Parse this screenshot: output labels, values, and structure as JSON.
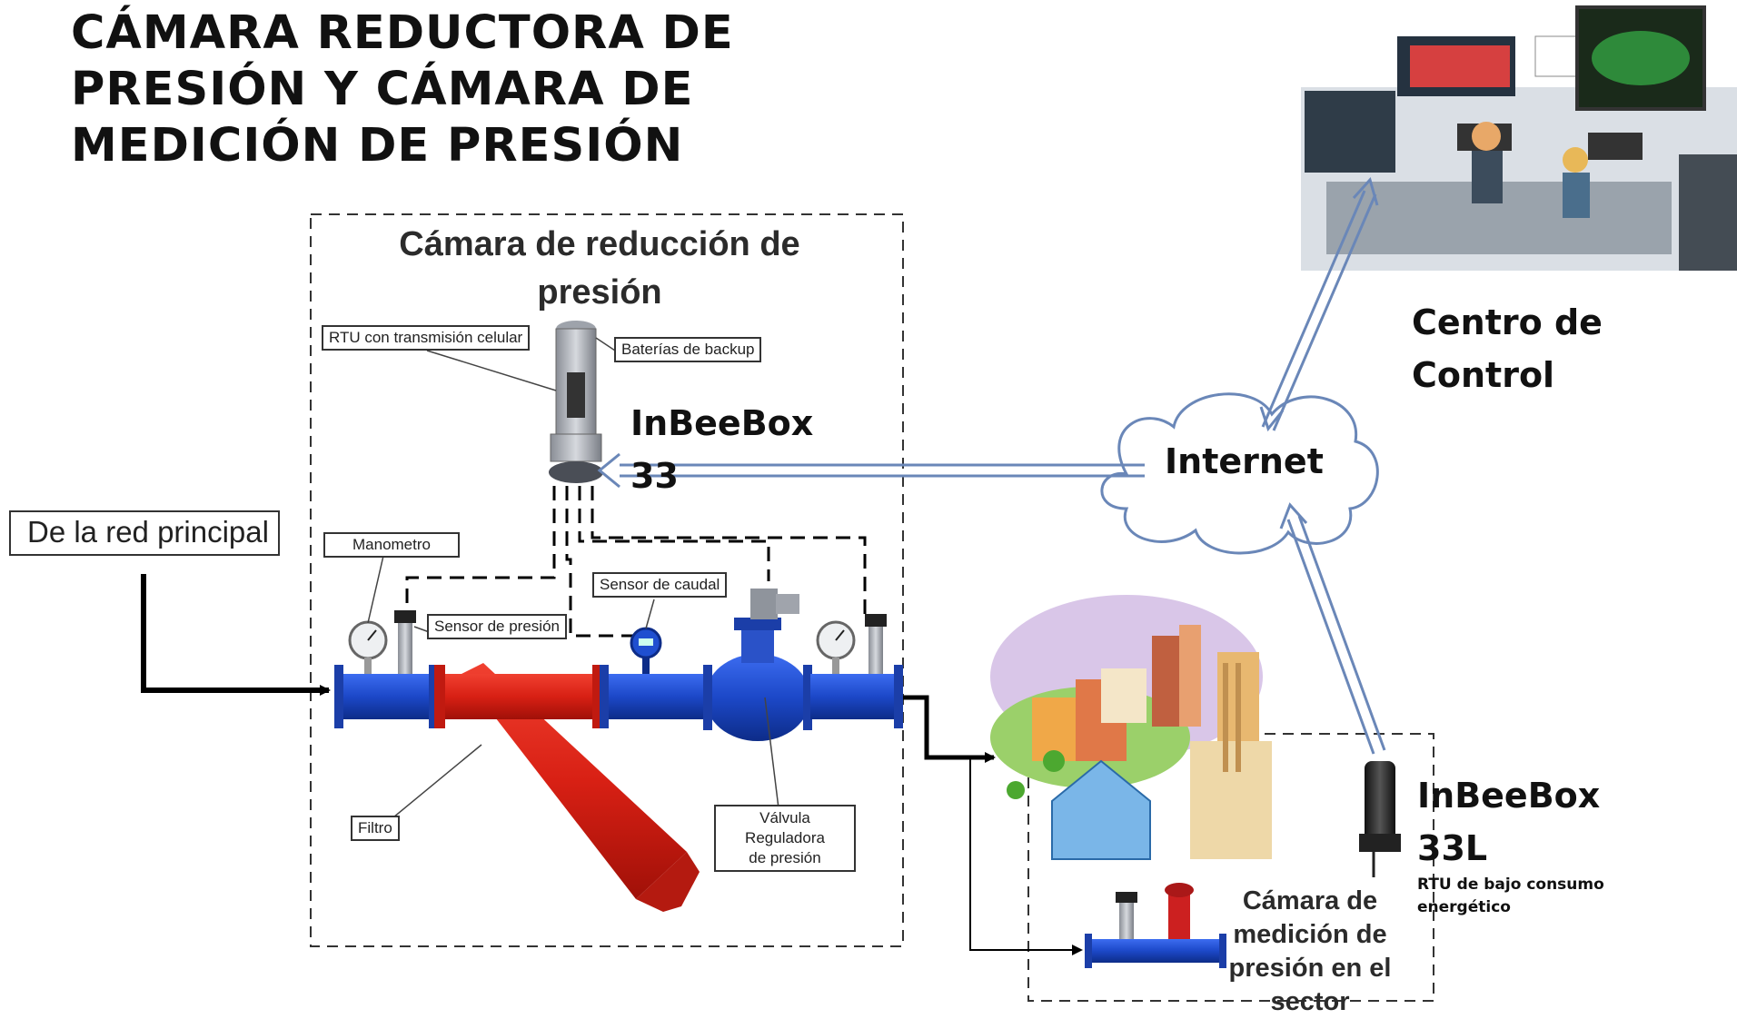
{
  "title": {
    "line1": "CÁMARA REDUCTORA DE",
    "line2": "PRESIÓN Y CÁMARA DE",
    "line3": "MEDICIÓN DE PRESIÓN"
  },
  "chamber": {
    "title": "Cámara de reducción de presión"
  },
  "labels": {
    "red_principal": "De la red principal",
    "rtu_celular": "RTU con transmisión celular",
    "baterias": "Baterías de backup",
    "manometro": "Manometro",
    "sensor_presion": "Sensor de presión",
    "sensor_caudal": "Sensor de caudal",
    "filtro": "Filtro",
    "valvula_line1": "Válvula Reguladora",
    "valvula_line2": "de presión"
  },
  "devices": {
    "inbee33_line1": "InBeeBox",
    "inbee33_line2": "33",
    "inbee33l_line1": "InBeeBox",
    "inbee33l_line2": "33L",
    "inbee33l_sub": "RTU de bajo consumo energético"
  },
  "network": {
    "internet": "Internet",
    "centro_line1": "Centro de",
    "centro_line2": "Control"
  },
  "sector": {
    "medicion": "Cámara de medición de presión en el sector"
  },
  "colors": {
    "pipe_blue": "#1f4fd0",
    "pipe_red": "#dd2418",
    "arrow_blue": "#6a87b8",
    "dash": "#333333"
  }
}
